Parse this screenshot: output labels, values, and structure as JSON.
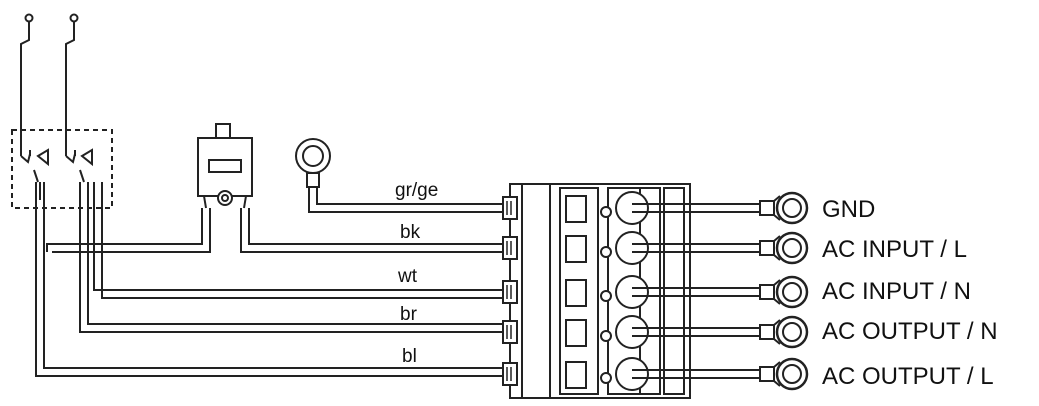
{
  "wires": [
    {
      "id": "gnd",
      "label": "gr/ge"
    },
    {
      "id": "ac-in-l",
      "label": "bk"
    },
    {
      "id": "ac-in-n",
      "label": "wt"
    },
    {
      "id": "ac-out-n",
      "label": "br"
    },
    {
      "id": "ac-out-l",
      "label": "bl"
    }
  ],
  "terminals": [
    {
      "id": "gnd",
      "label": "GND"
    },
    {
      "id": "ac-in-l",
      "label": "AC INPUT / L"
    },
    {
      "id": "ac-in-n",
      "label": "AC INPUT / N"
    },
    {
      "id": "ac-out-n",
      "label": "AC OUTPUT / N"
    },
    {
      "id": "ac-out-l",
      "label": "AC OUTPUT / L"
    }
  ],
  "colors": {
    "stroke": "#222222",
    "background": "#ffffff"
  }
}
